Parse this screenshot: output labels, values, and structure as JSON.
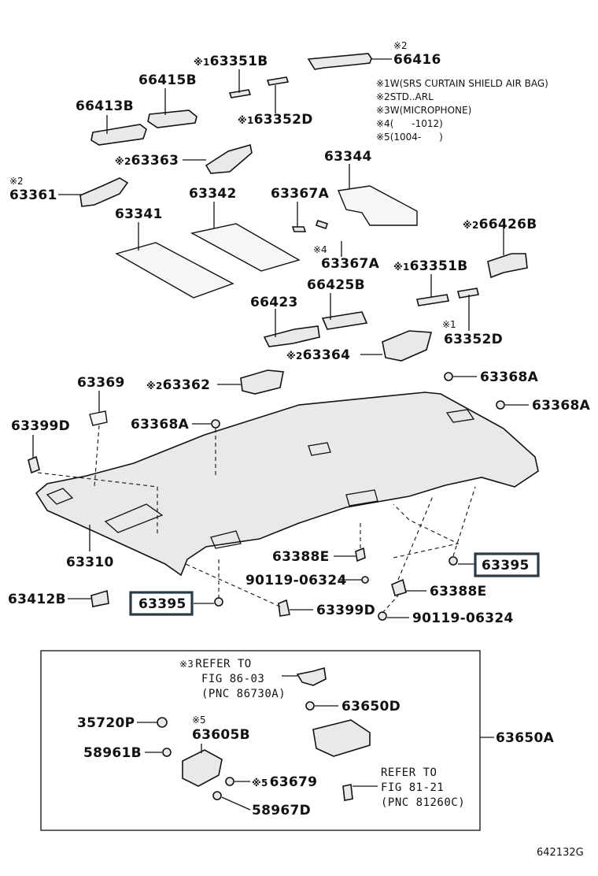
{
  "figure_id": "642132G",
  "legend_notes": [
    {
      "mark": "※1",
      "text": "W(SRS CURTAIN SHIELD AIR BAG)"
    },
    {
      "mark": "※2",
      "text": "STD..ARL"
    },
    {
      "mark": "※3",
      "text": "W(MICROPHONE)"
    },
    {
      "mark": "※4",
      "text": "(      -1012)"
    },
    {
      "mark": "※5",
      "text": "(1004-      )"
    }
  ],
  "parts": {
    "p66416": {
      "mark": "※2",
      "label": "66416"
    },
    "p63351B_top": {
      "mark": "※1",
      "label": "63351B"
    },
    "p66415B": {
      "label": "66415B"
    },
    "p66413B": {
      "label": "66413B"
    },
    "p63352D_top": {
      "mark": "※1",
      "label": "63352D"
    },
    "p63363": {
      "mark": "※2",
      "label": "63363"
    },
    "p63361": {
      "mark": "※2",
      "label": "63361"
    },
    "p63344": {
      "label": "63344"
    },
    "p63342": {
      "label": "63342"
    },
    "p63367A_a": {
      "label": "63367A"
    },
    "p63341": {
      "label": "63341"
    },
    "p66426B": {
      "mark": "※2",
      "label": "66426B"
    },
    "p63367A_b": {
      "mark": "※4",
      "label": "63367A"
    },
    "p63351B_mid": {
      "mark": "※1",
      "label": "63351B"
    },
    "p66423": {
      "label": "66423"
    },
    "p66425B": {
      "label": "66425B"
    },
    "p63352D_mid": {
      "mark": "※1",
      "label": "63352D"
    },
    "p63364": {
      "mark": "※2",
      "label": "63364"
    },
    "p63369": {
      "label": "63369"
    },
    "p63362": {
      "mark": "※2",
      "label": "63362"
    },
    "p63368A_a": {
      "label": "63368A"
    },
    "p63368A_b": {
      "label": "63368A"
    },
    "p63399D_left": {
      "label": "63399D"
    },
    "p63368A_c": {
      "label": "63368A"
    },
    "p63310": {
      "label": "63310"
    },
    "p63388E_a": {
      "label": "63388E"
    },
    "p90119_a": {
      "label": "90119-06324"
    },
    "p63395_right": {
      "label": "63395"
    },
    "p63388E_b": {
      "label": "63388E"
    },
    "p63412B": {
      "label": "63412B"
    },
    "p63395_left": {
      "label": "63395"
    },
    "p63399D_bottom": {
      "label": "63399D"
    },
    "p90119_b": {
      "label": "90119-06324"
    },
    "p35720P": {
      "label": "35720P"
    },
    "p63650D": {
      "label": "63650D"
    },
    "p63605B": {
      "mark": "※5",
      "label": "63605B"
    },
    "p58961B": {
      "label": "58961B"
    },
    "p63650A": {
      "label": "63650A"
    },
    "p63679": {
      "mark": "※5",
      "label": "63679"
    },
    "p58967D": {
      "label": "58967D"
    }
  },
  "refer_blocks": [
    {
      "mark": "※3",
      "line1": "REFER TO",
      "line2": "FIG 86-03",
      "line3": "(PNC 86730A)"
    },
    {
      "mark": "",
      "line1": "REFER TO",
      "line2": "FIG 81-21",
      "line3": "(PNC 81260C)"
    }
  ],
  "highlight_color": "#2b3a47"
}
